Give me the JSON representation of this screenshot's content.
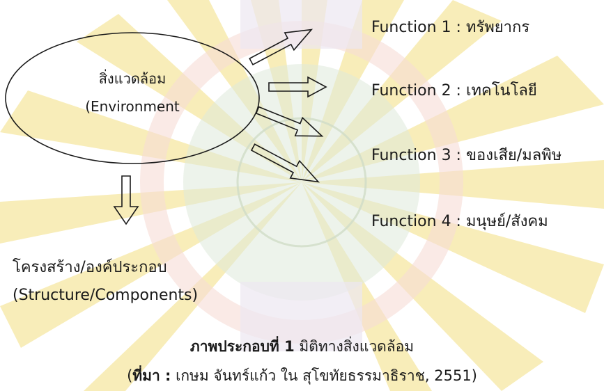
{
  "environment": {
    "line1": "สิ่งแวดล้อม",
    "line2": "(Environment"
  },
  "functions": [
    "Function 1 : ทรัพยากร",
    "Function 2 : เทคโนโลยี",
    "Function 3 : ของเสีย/มลพิษ",
    "Function 4 : มนุษย์/สังคม"
  ],
  "structure": {
    "line1": "โครงสร้าง/องค์ประกอบ",
    "line2": "(Structure/Components)"
  },
  "caption": {
    "label": "ภาพประกอบที่ 1",
    "title": "มิติทางสิ่งแวดล้อม",
    "open_paren": "(",
    "source_label": "ที่มา :",
    "source_text": "เกษม จันทร์แก้ว ใน สุโขทัยธรรมาธิราช, 2551)"
  },
  "colors": {
    "watermark_yellow": "#f6e7a2",
    "watermark_green": "#dfe9da",
    "watermark_pink": "#f6dcd6",
    "line": "#1a1a1a"
  }
}
